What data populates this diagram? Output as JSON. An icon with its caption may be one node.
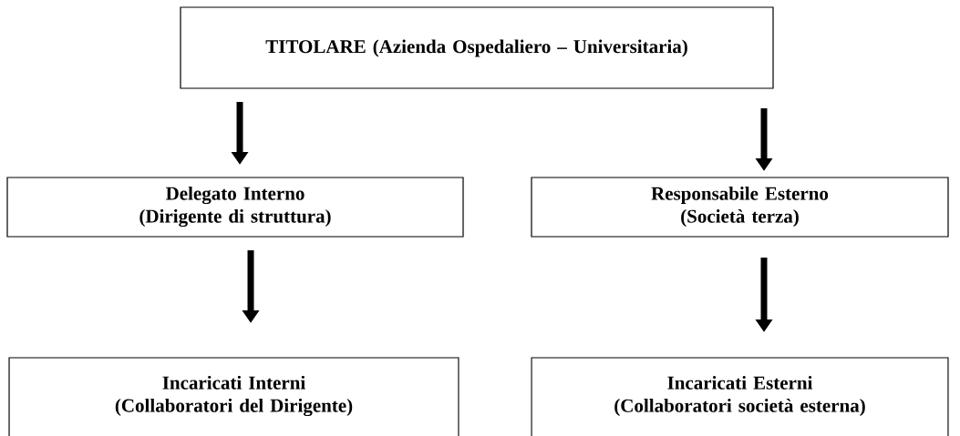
{
  "diagram": {
    "nodes": [
      {
        "text": [
          "TITOLARE (Azienda Ospedaliero – Universitaria)"
        ]
      },
      {
        "text": [
          "Delegato Interno (Dirigente di struttura)"
        ]
      },
      {
        "text": [
          "Responsabile Esterno (Società terza)"
        ]
      },
      {
        "text": [
          "Incaricati Interni (Collaboratori del Dirigente)"
        ]
      },
      {
        "text": [
          "Incaricati Esterni (Collaboratori società esterna)"
        ]
      }
    ],
    "edges": [
      {
        "from": 0,
        "to": 1,
        "arrow": "to"
      },
      {
        "from": 0,
        "to": 2,
        "arrow": "to"
      },
      {
        "from": 1,
        "to": 3,
        "arrow": "to"
      },
      {
        "from": 2,
        "to": 4,
        "arrow": "to"
      }
    ]
  }
}
